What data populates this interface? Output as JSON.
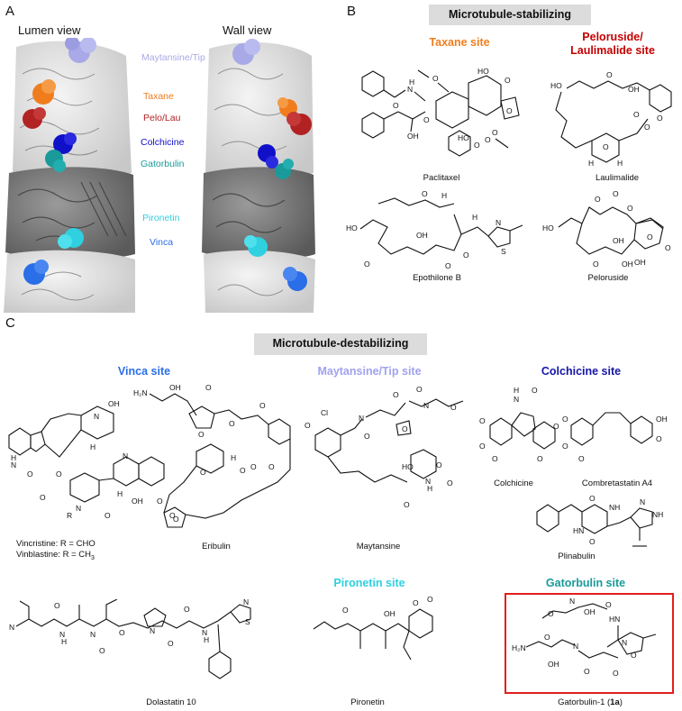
{
  "panels": {
    "a": "A",
    "b": "B",
    "c": "C"
  },
  "panel_a": {
    "lumen_title": "Lumen view",
    "wall_title": "Wall view",
    "sites": [
      {
        "label": "Maytansine/Tip",
        "color": "#a8a9e6"
      },
      {
        "label": "Taxane",
        "color": "#f07d1d"
      },
      {
        "label": "Pelo/Lau",
        "color": "#b22222"
      },
      {
        "label": "Colchicine",
        "color": "#1010c8"
      },
      {
        "label": "Gatorbulin",
        "color": "#1a9a9a"
      },
      {
        "label": "Pironetin",
        "color": "#2fd0e0"
      },
      {
        "label": "Vinca",
        "color": "#2a6ee8"
      }
    ]
  },
  "panel_b": {
    "banner": "Microtubule-stabilizing",
    "taxane_title": "Taxane site",
    "taxane_color": "#f07d1d",
    "pelo_title_1": "Peloruside/",
    "pelo_title_2": "Laulimalide site",
    "pelo_color": "#c40000",
    "compounds": [
      "Paclitaxel",
      "Laulimalide",
      "Epothilone B",
      "Peloruside"
    ]
  },
  "panel_c": {
    "banner": "Microtubule-destabilizing",
    "vinca_title": "Vinca site",
    "vinca_color": "#2a6ee8",
    "maytansine_title": "Maytansine/Tip site",
    "maytansine_color": "#a0a2ee",
    "colchicine_title": "Colchicine site",
    "colchicine_color": "#1515a8",
    "pironetin_title": "Pironetin site",
    "pironetin_color": "#2fd0e0",
    "gatorbulin_title": "Gatorbulin site",
    "gatorbulin_color": "#1a9a9a",
    "vincristine": "Vincristine:  R = CHO",
    "vinblastine_prefix": "Vinblastine:  R = CH",
    "vinblastine_sub": "3",
    "compounds": [
      "Eribulin",
      "Maytansine",
      "Colchicine",
      "Combretastatin A4",
      "Plinabulin",
      "Dolastatin 10",
      "Pironetin"
    ],
    "gatorbulin_name": "Gatorbulin-1",
    "gatorbulin_code": "1a",
    "highlight_color": "#e0201c"
  }
}
